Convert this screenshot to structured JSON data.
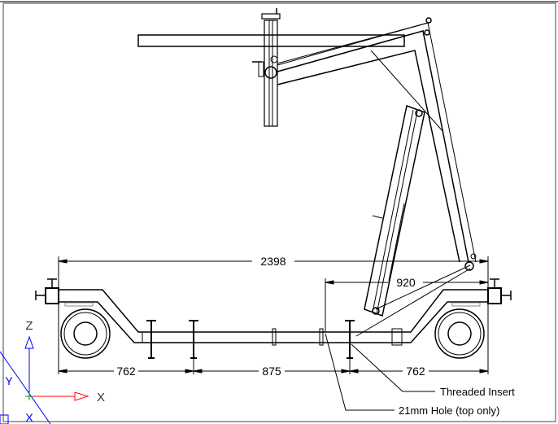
{
  "dimensions": {
    "overall_width": "2398",
    "cylinder_offset": "920",
    "left_span": "762",
    "middle_span": "875",
    "right_span": "762"
  },
  "annotations": {
    "threaded_insert": "Threaded Insert",
    "hole": "21mm Hole (top only)"
  },
  "ucs": {
    "z_label": "Z",
    "x_label": "X",
    "y_label": "Y",
    "x_small": "X"
  },
  "colors": {
    "x_axis": "#ff0000",
    "z_axis": "#0000ff",
    "origin": "#00a000"
  }
}
